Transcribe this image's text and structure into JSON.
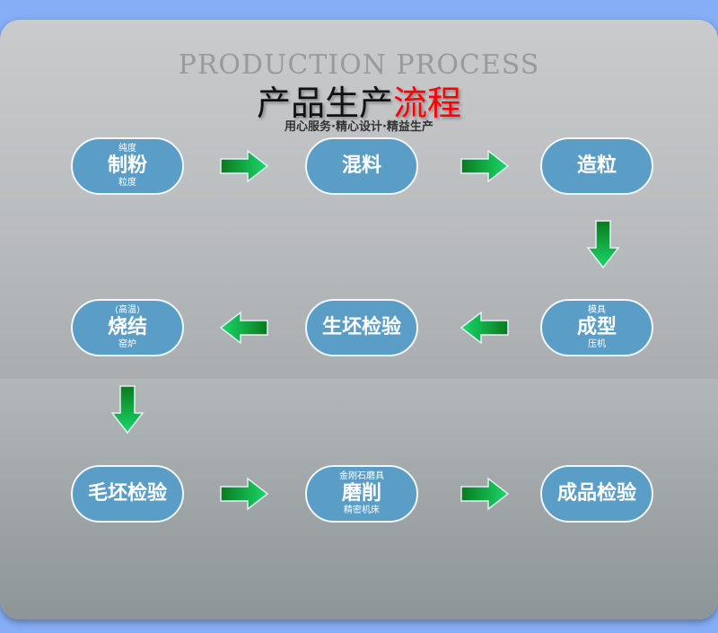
{
  "header": {
    "ghost_text": "PRODUCTION PROCESS",
    "title_black": "产品生产",
    "title_red": "流程",
    "subtitle": "用心服务·精心设计·精益生产"
  },
  "steps": [
    {
      "top": "纯度",
      "main": "制粉",
      "bottom": "粒度"
    },
    {
      "top": "",
      "main": "混料",
      "bottom": ""
    },
    {
      "top": "",
      "main": "造粒",
      "bottom": ""
    },
    {
      "top": "模具",
      "main": "成型",
      "bottom": "压机"
    },
    {
      "top": "",
      "main": "生坯检验",
      "bottom": ""
    },
    {
      "top": "(高温)",
      "main": "烧结",
      "bottom": "窑炉"
    },
    {
      "top": "",
      "main": "毛坯检验",
      "bottom": ""
    },
    {
      "top": "金刚石磨具",
      "main": "磨削",
      "bottom": "精密机床"
    },
    {
      "top": "",
      "main": "成品检验",
      "bottom": ""
    }
  ],
  "colors": {
    "pill": "#5a9dc6",
    "arrow_start": "#0a7a1e",
    "arrow_end": "#19d96a",
    "title_red": "#ff0000"
  }
}
